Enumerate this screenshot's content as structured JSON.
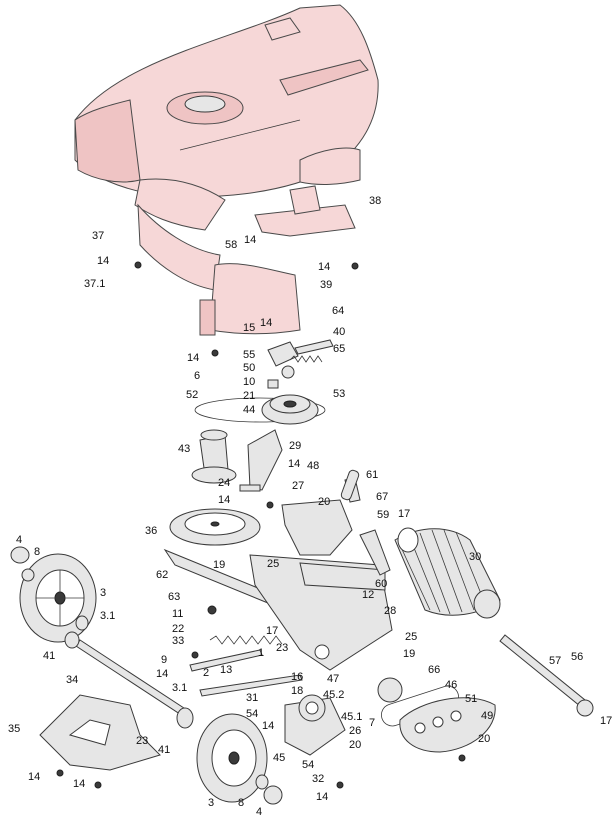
{
  "labels": [
    {
      "text": "38"
    },
    {
      "text": "37"
    },
    {
      "text": "14"
    },
    {
      "text": "58"
    },
    {
      "text": "14"
    },
    {
      "text": "14"
    },
    {
      "text": "37.1"
    },
    {
      "text": "39"
    },
    {
      "text": "64"
    },
    {
      "text": "14"
    },
    {
      "text": "15"
    },
    {
      "text": "40"
    },
    {
      "text": "55"
    },
    {
      "text": "65"
    },
    {
      "text": "14"
    },
    {
      "text": "50"
    },
    {
      "text": "6"
    },
    {
      "text": "10"
    },
    {
      "text": "52"
    },
    {
      "text": "21"
    },
    {
      "text": "53"
    },
    {
      "text": "44"
    },
    {
      "text": "43"
    },
    {
      "text": "29"
    },
    {
      "text": "14"
    },
    {
      "text": "48"
    },
    {
      "text": "61"
    },
    {
      "text": "27"
    },
    {
      "text": "24"
    },
    {
      "text": "20"
    },
    {
      "text": "14"
    },
    {
      "text": "67"
    },
    {
      "text": "36"
    },
    {
      "text": "59"
    },
    {
      "text": "17"
    },
    {
      "text": "30"
    },
    {
      "text": "4"
    },
    {
      "text": "8"
    },
    {
      "text": "19"
    },
    {
      "text": "25"
    },
    {
      "text": "62"
    },
    {
      "text": "60"
    },
    {
      "text": "3"
    },
    {
      "text": "63"
    },
    {
      "text": "12"
    },
    {
      "text": "3.1"
    },
    {
      "text": "11"
    },
    {
      "text": "28"
    },
    {
      "text": "22"
    },
    {
      "text": "17"
    },
    {
      "text": "33"
    },
    {
      "text": "25"
    },
    {
      "text": "41"
    },
    {
      "text": "23"
    },
    {
      "text": "19"
    },
    {
      "text": "1"
    },
    {
      "text": "9"
    },
    {
      "text": "13"
    },
    {
      "text": "66"
    },
    {
      "text": "34"
    },
    {
      "text": "14"
    },
    {
      "text": "2"
    },
    {
      "text": "47"
    },
    {
      "text": "16"
    },
    {
      "text": "46"
    },
    {
      "text": "18"
    },
    {
      "text": "3.1"
    },
    {
      "text": "45.2"
    },
    {
      "text": "57"
    },
    {
      "text": "56"
    },
    {
      "text": "31"
    },
    {
      "text": "51"
    },
    {
      "text": "7"
    },
    {
      "text": "17"
    },
    {
      "text": "35"
    },
    {
      "text": "54"
    },
    {
      "text": "45.1"
    },
    {
      "text": "49"
    },
    {
      "text": "14"
    },
    {
      "text": "26"
    },
    {
      "text": "23"
    },
    {
      "text": "41"
    },
    {
      "text": "20"
    },
    {
      "text": "20"
    },
    {
      "text": "45"
    },
    {
      "text": "14"
    },
    {
      "text": "14"
    },
    {
      "text": "54"
    },
    {
      "text": "32"
    },
    {
      "text": "3"
    },
    {
      "text": "8"
    },
    {
      "text": "14"
    },
    {
      "text": "4"
    }
  ]
}
